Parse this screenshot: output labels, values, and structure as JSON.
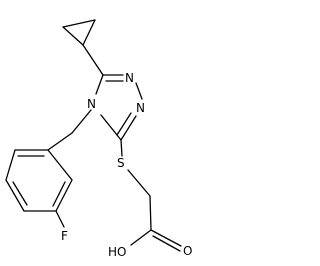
{
  "molecule": {
    "atoms": {
      "n_top": "N",
      "n_right": "N",
      "n_ring": "N",
      "sulfur": "S",
      "fluorine": "F",
      "hydroxyl": "HO",
      "carbonyl_oxygen": "O"
    }
  }
}
